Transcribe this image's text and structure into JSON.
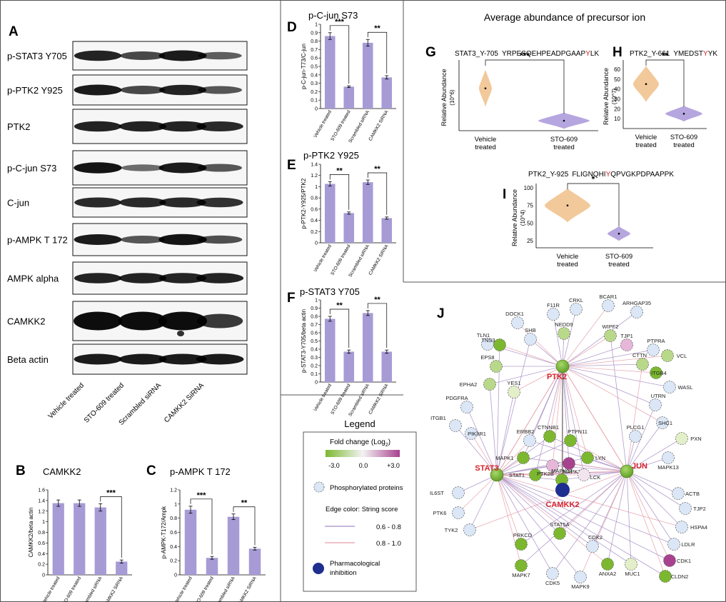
{
  "panels": {
    "A": "A",
    "B": "B",
    "C": "C",
    "D": "D",
    "E": "E",
    "F": "F",
    "G": "G",
    "H": "H",
    "I": "I",
    "J": "J"
  },
  "blots": {
    "rows": [
      "p-STAT3 Y705",
      "p-PTK2 Y925",
      "PTK2",
      "p-C-jun S73",
      "C-jun",
      "p-AMPK T 172",
      "AMPK alpha",
      "CAMKK2",
      "Beta actin"
    ],
    "lanes": [
      "Vehicle treated",
      "STO-609 treated",
      "Scrambled siRNA",
      "CAMKK2 SiRNA"
    ]
  },
  "chart_data": [
    {
      "id": "B",
      "type": "bar",
      "title": "CAMKK2",
      "ylabel": "CAMKK2/beta actin",
      "categories": [
        "Vehicle treated",
        "STO-609 treated",
        "Scrambled siRNA",
        "CAMKK2 SiRNA"
      ],
      "values": [
        1.35,
        1.35,
        1.27,
        0.25
      ],
      "errors": [
        0.06,
        0.06,
        0.07,
        0.03
      ],
      "ylim": [
        0,
        1.6
      ],
      "yticks": [
        "0",
        "0.2",
        "0.4",
        "0.6",
        "0.8",
        "1",
        "1.2",
        "1.4",
        "1.6"
      ],
      "bar_color": "#a79bd6",
      "significance": [
        {
          "from": 2,
          "to": 3,
          "label": "***"
        }
      ]
    },
    {
      "id": "C",
      "type": "bar",
      "title": "p-AMPK T 172",
      "ylabel": "p-AMPK-T172/Ampk",
      "categories": [
        "Vehicle treated",
        "STO-609 treated",
        "Scrambled siRNA",
        "CAMKK2 SiRNA"
      ],
      "values": [
        0.92,
        0.24,
        0.82,
        0.37
      ],
      "errors": [
        0.05,
        0.02,
        0.04,
        0.02
      ],
      "ylim": [
        0,
        1.2
      ],
      "yticks": [
        "0",
        "0.2",
        "0.4",
        "0.6",
        "0.8",
        "1",
        "1.2"
      ],
      "bar_color": "#a79bd6",
      "significance": [
        {
          "from": 0,
          "to": 1,
          "label": "***"
        },
        {
          "from": 2,
          "to": 3,
          "label": "**"
        }
      ]
    },
    {
      "id": "D",
      "type": "bar",
      "title": "p-C-jun S73",
      "ylabel": "p-C-jun-T73/C-jun",
      "categories": [
        "Vehicle treated",
        "STO-609 treated",
        "Scrambled siRNA",
        "CAMKK2 SiRNA"
      ],
      "values": [
        0.86,
        0.26,
        0.78,
        0.37
      ],
      "errors": [
        0.04,
        0.01,
        0.04,
        0.02
      ],
      "ylim": [
        0,
        1
      ],
      "yticks": [
        "0",
        "0.1",
        "0.2",
        "0.3",
        "0.4",
        "0.5",
        "0.6",
        "0.7",
        "0.8",
        "0.9",
        "1"
      ],
      "bar_color": "#a79bd6",
      "significance": [
        {
          "from": 0,
          "to": 1,
          "label": "***"
        },
        {
          "from": 2,
          "to": 3,
          "label": "**"
        }
      ]
    },
    {
      "id": "E",
      "type": "bar",
      "title": "p-PTK2 Y925",
      "ylabel": "p-PTK2-Y925/PTK2",
      "categories": [
        "Vehicle treated",
        "STO-609 treated",
        "Scrambled siRNA",
        "CAMKK2 SiRNA"
      ],
      "values": [
        1.05,
        0.53,
        1.08,
        0.44
      ],
      "errors": [
        0.04,
        0.02,
        0.04,
        0.02
      ],
      "ylim": [
        0,
        1.4
      ],
      "yticks": [
        "0",
        "0.2",
        "0.4",
        "0.6",
        "0.8",
        "1",
        "1.2",
        "1.4"
      ],
      "bar_color": "#a79bd6",
      "significance": [
        {
          "from": 0,
          "to": 1,
          "label": "**"
        },
        {
          "from": 2,
          "to": 3,
          "label": "**"
        }
      ]
    },
    {
      "id": "F",
      "type": "bar",
      "title": "p-STAT3 Y705",
      "ylabel": "p-STAT3-Y705/beta actin",
      "categories": [
        "Vehicle treated",
        "STO-609 treated",
        "Scrambled siRNA",
        "CAMKK2 SiRNA"
      ],
      "values": [
        0.77,
        0.37,
        0.84,
        0.37
      ],
      "errors": [
        0.03,
        0.02,
        0.03,
        0.02
      ],
      "ylim": [
        0,
        1
      ],
      "yticks": [
        "0",
        "0.1",
        "0.2",
        "0.3",
        "0.4",
        "0.5",
        "0.6",
        "0.7",
        "0.8",
        "0.9",
        "1"
      ],
      "bar_color": "#a79bd6",
      "significance": [
        {
          "from": 0,
          "to": 1,
          "label": "**"
        },
        {
          "from": 2,
          "to": 3,
          "label": "**"
        }
      ]
    },
    {
      "id": "G",
      "type": "violin",
      "title": "STAT3_Y-705  YRPESQEHPEADPGAAPYLK",
      "ylabel": "Relative Abundance",
      "yunit": "(10^6)",
      "categories": [
        "Vehicle treated",
        "STO-609 treated"
      ],
      "medians": [
        10.2,
        2.4
      ],
      "ylim": [
        0,
        16
      ],
      "significance": "***",
      "colors": [
        "#f2c99a",
        "#b6a6df"
      ]
    },
    {
      "id": "H",
      "type": "violin",
      "title": "PTK2_Y-661  YMEDSTYYK",
      "ylabel": "Relative Abundance",
      "yunit": "(10^7)",
      "categories": [
        "Vehicle treated",
        "STO-609 treated"
      ],
      "medians": [
        45,
        15
      ],
      "ylim": [
        0,
        65
      ],
      "yticks": [
        "10",
        "20",
        "30",
        "40",
        "50",
        "60"
      ],
      "significance": "**",
      "colors": [
        "#f2c99a",
        "#b6a6df"
      ]
    },
    {
      "id": "I",
      "type": "violin",
      "title": "PTK2_Y-925  FLIGNQHIYQPVGKPDPAAPPK",
      "ylabel": "Relative Abundance",
      "yunit": "(10^4)",
      "categories": [
        "Vehicle treated",
        "STO-609 treated"
      ],
      "medians": [
        75,
        35
      ],
      "ylim": [
        15,
        100
      ],
      "yticks": [
        "25",
        "50",
        "75",
        "100"
      ],
      "significance": "*",
      "colors": [
        "#f2c99a",
        "#b6a6df"
      ]
    }
  ],
  "precursor_heading": "Average abundance of precursor ion",
  "peptides": {
    "G": {
      "name": "STAT3_Y-705",
      "pre": "YRPESQEHPEADPGAAP",
      "mark": "Y",
      "post": "LK"
    },
    "H": {
      "name": "PTK2_Y-661",
      "pre": "YMEDST",
      "mark": "Y",
      "post": "YK"
    },
    "I": {
      "name": "PTK2_Y-925",
      "pre": "FLIGNQHI",
      "mark": "Y",
      "post": "QPVGKPDPAAPPK"
    }
  },
  "legend": {
    "title": "Legend",
    "fold_change": "Fold change (Log",
    "fold_sub": "2",
    "fold_close": ")",
    "scale": [
      "-3.0",
      "0.0",
      "+3.0"
    ],
    "phospho": "Phosphorylated proteins",
    "edge_title": "Edge color: String score",
    "edge_ranges": [
      "0.6 - 0.8",
      "0.8 - 1.0"
    ],
    "inhibition": [
      "Pharmacological",
      "inhibition"
    ],
    "colors": {
      "low": "#7cb82f",
      "mid": "#f3f3f3",
      "high": "#a8428f",
      "phospho": "#dbe7f6",
      "inhibition": "#1e2f8f",
      "edge_a": "#a78bc4",
      "edge_b": "#e59fa9"
    }
  },
  "network": {
    "hubs": [
      "PTK2",
      "STAT3",
      "JUN",
      "CAMKK2"
    ],
    "hub_color": "#d8232a",
    "nodes": [
      "DOCK1",
      "F11R",
      "CRKL",
      "BCAR1",
      "ARHGAP35",
      "TLN1",
      "TNS3",
      "SHB",
      "NEDD9",
      "WIPF2",
      "TJP1",
      "PTPRA",
      "VCL",
      "EPS8",
      "CTTN",
      "ITGB4",
      "EPHA2",
      "WASL",
      "YES1",
      "UTRN",
      "PDGFRA",
      "SHC1",
      "ITGB1",
      "PLCG1",
      "PIK3R1",
      "PXN",
      "ERBB2",
      "CTNNB1",
      "PTPN11",
      "MAPK1",
      "LYN",
      "MAPK13",
      "STAT1",
      "PTK2B",
      "MAPK3",
      "LCK",
      "MAPK14",
      "IL6ST",
      "ACTB",
      "PTK6",
      "TJP2",
      "TYK2",
      "HSPA4",
      "LDLR",
      "STAT5A",
      "PRKCD",
      "CDK2",
      "CDK1",
      "MAPK7",
      "CDK5",
      "MAPK9",
      "ANXA2",
      "MUC1",
      "CLDN2"
    ]
  }
}
